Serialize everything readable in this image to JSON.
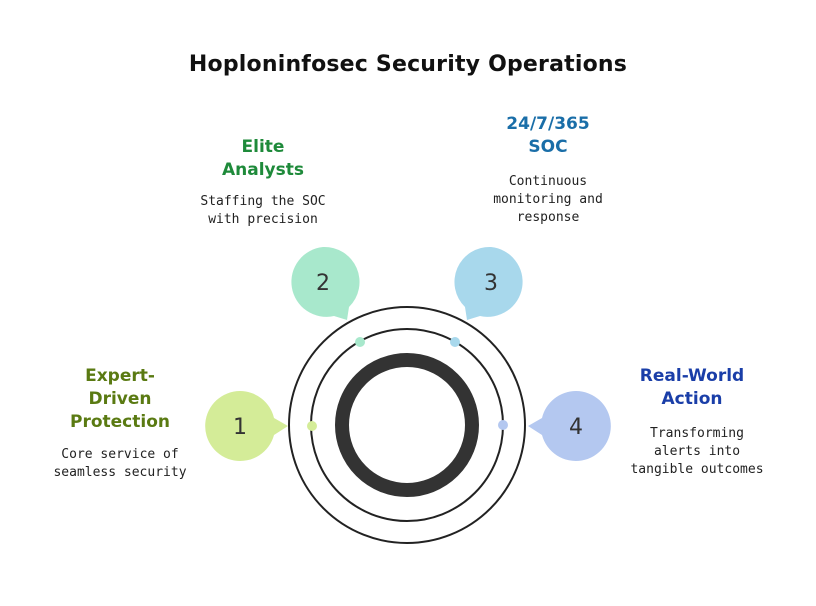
{
  "title": "Hoploninfosec Security Operations",
  "steps": [
    {
      "number": "1",
      "heading": "Expert-\nDriven\nProtection",
      "description": "Core service of\nseamless security",
      "color": "#d4ec98",
      "heading_color": "#5a7a12",
      "dot_color": "#d4ec98"
    },
    {
      "number": "2",
      "heading": "Elite\nAnalysts",
      "description": "Staffing the SOC\nwith precision",
      "color": "#a8e8cc",
      "heading_color": "#1e8a3a",
      "dot_color": "#a8e8cc"
    },
    {
      "number": "3",
      "heading": "24/7/365\nSOC",
      "description": "Continuous\nmonitoring and\nresponse",
      "color": "#a8d8ec",
      "heading_color": "#1a6ea8",
      "dot_color": "#a8d8ec"
    },
    {
      "number": "4",
      "heading": "Real-World\nAction",
      "description": "Transforming\nalerts into\ntangible outcomes",
      "color": "#b4c8f0",
      "heading_color": "#1a3ea8",
      "dot_color": "#b4c8f0"
    }
  ]
}
